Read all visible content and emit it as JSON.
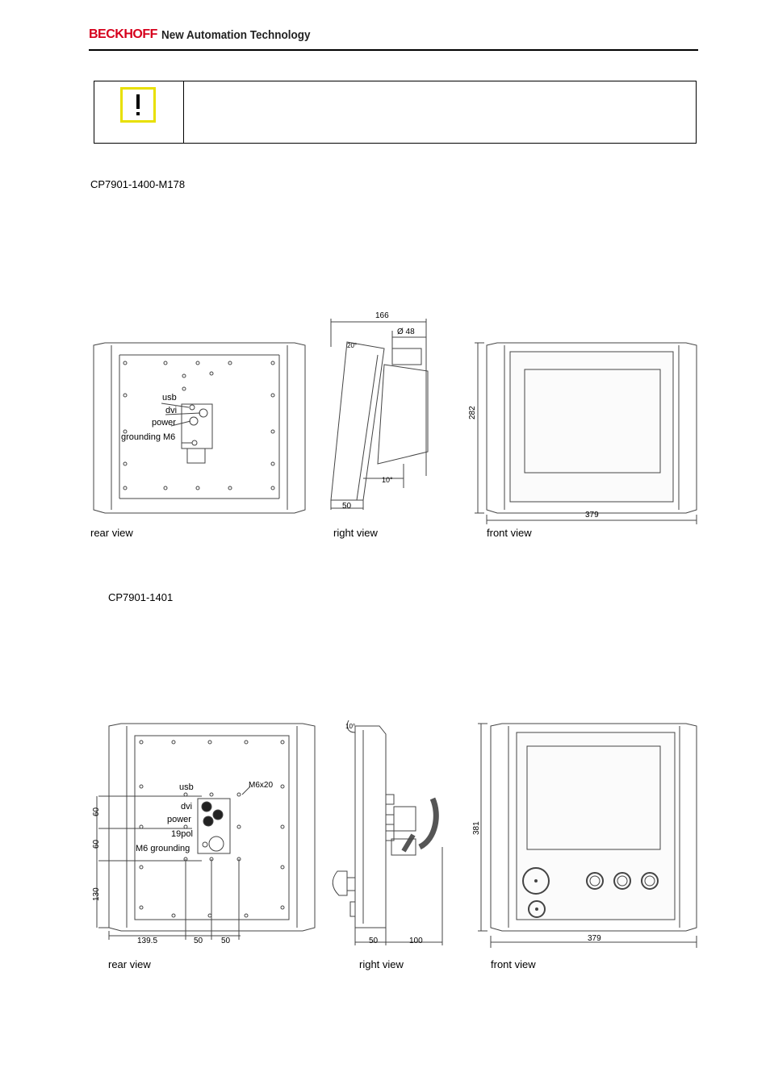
{
  "header": {
    "brand": "BECKHOFF",
    "tagline": "New Automation Technology"
  },
  "note": {
    "icon": "exclamation-warning-icon",
    "icon_color": "#e8e000",
    "text": ""
  },
  "section1": {
    "title": "CP7901-1400-M178",
    "views": {
      "rear": "rear view",
      "right": "right view",
      "front": "front view"
    },
    "rear_labels": {
      "usb": "usb",
      "dvi": "dvi",
      "power": "power",
      "grounding": "grounding M6"
    },
    "right_dims": {
      "depth": "166",
      "diameter": "Ø 48",
      "angle_top": "20°",
      "angle_bottom": "10°",
      "base": "50"
    },
    "front_dims": {
      "height": "282",
      "width": "379"
    }
  },
  "section2": {
    "title": "CP7901-1401",
    "views": {
      "rear": "rear view",
      "right": "right view",
      "front": "front view"
    },
    "rear_labels": {
      "usb": "usb",
      "dvi": "dvi",
      "power": "power",
      "pol": "19pol",
      "grounding": "M6 grounding",
      "screw": "M6x20"
    },
    "rear_dims": {
      "v1": "60",
      "v2": "60",
      "v3": "130",
      "h1": "139.5",
      "h2": "50",
      "h3": "50"
    },
    "right_dims": {
      "angle": "10°",
      "base": "50",
      "depth": "100"
    },
    "front_dims": {
      "height": "381",
      "width": "379"
    }
  }
}
